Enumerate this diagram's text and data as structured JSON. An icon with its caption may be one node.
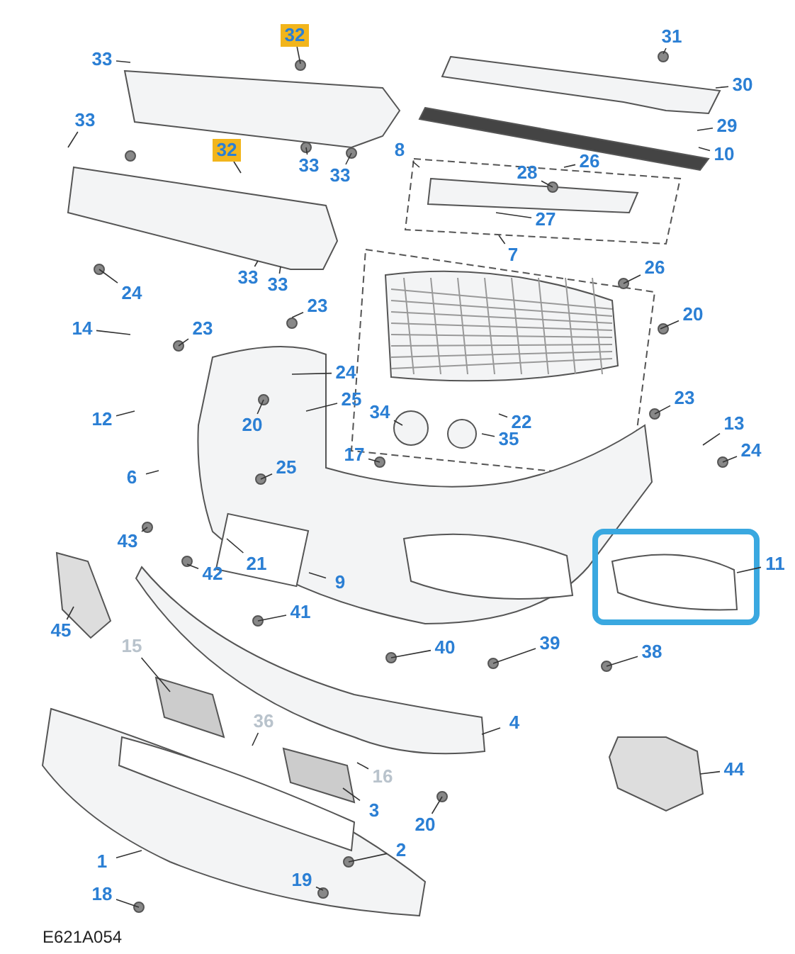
{
  "diagram": {
    "nodes": [
      {
        "text": [
          "32"
        ]
      },
      {
        "text": [
          "31"
        ]
      },
      {
        "text": [
          "33"
        ]
      },
      {
        "text": [
          "30"
        ]
      },
      {
        "text": [
          "33"
        ]
      },
      {
        "text": [
          "32"
        ]
      },
      {
        "text": [
          "29"
        ]
      },
      {
        "text": [
          "33"
        ]
      },
      {
        "text": [
          "33"
        ]
      },
      {
        "text": [
          "8"
        ]
      },
      {
        "text": [
          "26"
        ]
      },
      {
        "text": [
          "10"
        ]
      },
      {
        "text": [
          "28"
        ]
      },
      {
        "text": [
          "27"
        ]
      },
      {
        "text": [
          "7"
        ]
      },
      {
        "text": [
          "26"
        ]
      },
      {
        "text": [
          "33"
        ]
      },
      {
        "text": [
          "33"
        ]
      },
      {
        "text": [
          "24"
        ]
      },
      {
        "text": [
          "23"
        ]
      },
      {
        "text": [
          "20"
        ]
      },
      {
        "text": [
          "14"
        ]
      },
      {
        "text": [
          "23"
        ]
      },
      {
        "text": [
          "24"
        ]
      },
      {
        "text": [
          "25"
        ]
      },
      {
        "text": [
          "12"
        ]
      },
      {
        "text": [
          "20"
        ]
      },
      {
        "text": [
          "34"
        ]
      },
      {
        "text": [
          "22"
        ]
      },
      {
        "text": [
          "23"
        ]
      },
      {
        "text": [
          "13"
        ]
      },
      {
        "text": [
          "17"
        ]
      },
      {
        "text": [
          "35"
        ]
      },
      {
        "text": [
          "25"
        ]
      },
      {
        "text": [
          "24"
        ]
      },
      {
        "text": [
          "6"
        ]
      },
      {
        "text": [
          "43"
        ]
      },
      {
        "text": [
          "21"
        ]
      },
      {
        "text": [
          "42"
        ]
      },
      {
        "text": [
          "9"
        ]
      },
      {
        "text": [
          "11"
        ]
      },
      {
        "text": [
          "45"
        ]
      },
      {
        "text": [
          "41"
        ]
      },
      {
        "text": [
          "15"
        ]
      },
      {
        "text": [
          "40"
        ]
      },
      {
        "text": [
          "39"
        ]
      },
      {
        "text": [
          "38"
        ]
      },
      {
        "text": [
          "36"
        ]
      },
      {
        "text": [
          "4"
        ]
      },
      {
        "text": [
          "16"
        ]
      },
      {
        "text": [
          "3"
        ]
      },
      {
        "text": [
          "44"
        ]
      },
      {
        "text": [
          "20"
        ]
      },
      {
        "text": [
          "1"
        ]
      },
      {
        "text": [
          "2"
        ]
      },
      {
        "text": [
          "19"
        ]
      },
      {
        "text": [
          "18"
        ]
      }
    ],
    "edges": [
      {
        "from": 0,
        "to": null,
        "arrow": "none"
      },
      {
        "from": 1,
        "to": null,
        "arrow": "none"
      },
      {
        "from": 2,
        "to": null,
        "arrow": "none"
      },
      {
        "from": 3,
        "to": null,
        "arrow": "none"
      },
      {
        "from": 4,
        "to": null,
        "arrow": "none"
      },
      {
        "from": 5,
        "to": null,
        "arrow": "none"
      },
      {
        "from": 6,
        "to": null,
        "arrow": "none"
      },
      {
        "from": 7,
        "to": null,
        "arrow": "none"
      },
      {
        "from": 8,
        "to": null,
        "arrow": "none"
      },
      {
        "from": 9,
        "to": null,
        "arrow": "none"
      },
      {
        "from": 10,
        "to": null,
        "arrow": "none"
      },
      {
        "from": 11,
        "to": null,
        "arrow": "none"
      },
      {
        "from": 12,
        "to": null,
        "arrow": "none"
      },
      {
        "from": 13,
        "to": null,
        "arrow": "none"
      },
      {
        "from": 14,
        "to": null,
        "arrow": "none"
      },
      {
        "from": 15,
        "to": null,
        "arrow": "none"
      },
      {
        "from": 16,
        "to": null,
        "arrow": "none"
      },
      {
        "from": 17,
        "to": null,
        "arrow": "none"
      },
      {
        "from": 18,
        "to": null,
        "arrow": "none"
      },
      {
        "from": 19,
        "to": null,
        "arrow": "none"
      },
      {
        "from": 20,
        "to": null,
        "arrow": "none"
      },
      {
        "from": 21,
        "to": null,
        "arrow": "none"
      },
      {
        "from": 22,
        "to": null,
        "arrow": "none"
      },
      {
        "from": 23,
        "to": null,
        "arrow": "none"
      },
      {
        "from": 24,
        "to": null,
        "arrow": "none"
      },
      {
        "from": 25,
        "to": null,
        "arrow": "none"
      },
      {
        "from": 26,
        "to": null,
        "arrow": "none"
      },
      {
        "from": 27,
        "to": null,
        "arrow": "none"
      },
      {
        "from": 28,
        "to": null,
        "arrow": "none"
      },
      {
        "from": 29,
        "to": null,
        "arrow": "none"
      },
      {
        "from": 30,
        "to": null,
        "arrow": "none"
      },
      {
        "from": 31,
        "to": null,
        "arrow": "none"
      },
      {
        "from": 32,
        "to": null,
        "arrow": "none"
      },
      {
        "from": 33,
        "to": null,
        "arrow": "none"
      },
      {
        "from": 34,
        "to": null,
        "arrow": "none"
      },
      {
        "from": 35,
        "to": null,
        "arrow": "none"
      },
      {
        "from": 36,
        "to": null,
        "arrow": "none"
      },
      {
        "from": 37,
        "to": null,
        "arrow": "none"
      },
      {
        "from": 38,
        "to": null,
        "arrow": "none"
      },
      {
        "from": 39,
        "to": null,
        "arrow": "none"
      },
      {
        "from": 40,
        "to": null,
        "arrow": "none"
      },
      {
        "from": 41,
        "to": null,
        "arrow": "none"
      },
      {
        "from": 42,
        "to": null,
        "arrow": "none"
      },
      {
        "from": 43,
        "to": null,
        "arrow": "none"
      },
      {
        "from": 44,
        "to": null,
        "arrow": "none"
      },
      {
        "from": 45,
        "to": null,
        "arrow": "none"
      },
      {
        "from": 46,
        "to": null,
        "arrow": "none"
      },
      {
        "from": 47,
        "to": null,
        "arrow": "none"
      },
      {
        "from": 48,
        "to": null,
        "arrow": "none"
      },
      {
        "from": 49,
        "to": null,
        "arrow": "none"
      },
      {
        "from": 50,
        "to": null,
        "arrow": "none"
      },
      {
        "from": 51,
        "to": null,
        "arrow": "none"
      },
      {
        "from": 52,
        "to": null,
        "arrow": "none"
      },
      {
        "from": 53,
        "to": null,
        "arrow": "none"
      },
      {
        "from": 54,
        "to": null,
        "arrow": "none"
      },
      {
        "from": 55,
        "to": null,
        "arrow": "none"
      },
      {
        "from": 56,
        "to": null,
        "arrow": "none"
      }
    ],
    "labels": [
      "E621A054"
    ]
  }
}
